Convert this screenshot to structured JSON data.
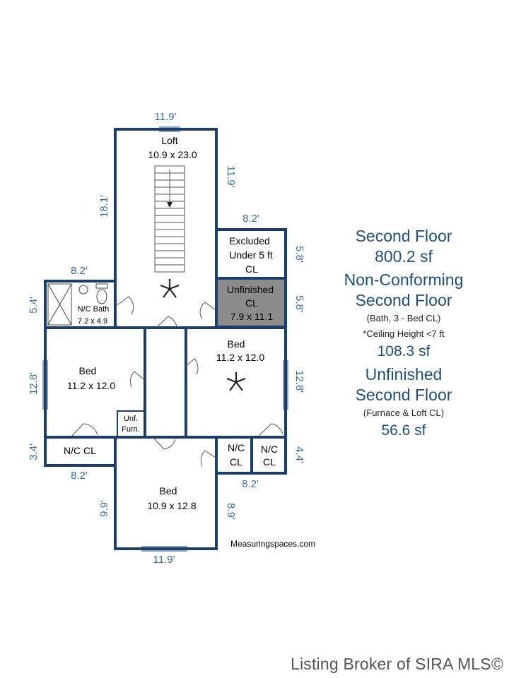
{
  "colors": {
    "wall": "#1b3e6e",
    "dimension": "#3d6d99",
    "summary": "#1f4e79",
    "unfinished_fill": "#8c8c8c"
  },
  "rooms": {
    "loft": {
      "name": "Loft",
      "size": "10.9 x 23.0"
    },
    "excluded": {
      "line1": "Excluded",
      "line2": "Under 5 ft",
      "line3": "CL"
    },
    "unfinished_cl": {
      "line1": "Unfinished",
      "line2": "CL",
      "line3": "7.9 x 11.1"
    },
    "bath": {
      "name": "N/C Bath",
      "size": "7.2 x 4.9"
    },
    "bed_left": {
      "name": "Bed",
      "size": "11.2 x 12.0"
    },
    "bed_right": {
      "name": "Bed",
      "size": "11.2 x 12.0"
    },
    "unf_furn": {
      "line1": "Unf.",
      "line2": "Furn."
    },
    "nc_cl_left": {
      "name": "N/C CL"
    },
    "nc_cl_mid": {
      "line1": "N/C",
      "line2": "CL"
    },
    "nc_cl_right": {
      "line1": "N/C",
      "line2": "CL"
    },
    "bed_bottom": {
      "name": "Bed",
      "size": "10.9 x 12.8"
    }
  },
  "dimensions": {
    "loft_top": "11.9'",
    "loft_left": "18.1'",
    "loft_right": "11.9'",
    "excluded_top": "8.2'",
    "excluded_right": "5.8'",
    "unfinished_right": "5.8'",
    "bath_top": "8.2'",
    "bath_left": "5.4'",
    "bed_left_side": "12.8'",
    "bed_right_side": "12.8'",
    "nc_left_side": "3.4'",
    "nc_left_bottom": "8.2'",
    "nc_right_side": "4.4'",
    "nc_right_bottom": "8.2'",
    "bottom_left": "9.9'",
    "bottom_right": "8.9'",
    "bottom_bottom": "11.9'"
  },
  "summary": {
    "second_floor_title": "Second Floor",
    "second_floor_area": "800.2 sf",
    "nonconf_title_1": "Non-Conforming",
    "nonconf_title_2": "Second Floor",
    "nonconf_note_1": "(Bath, 3 - Bed CL)",
    "nonconf_note_2": "*Ceiling Height <7 ft",
    "nonconf_area": "108.3 sf",
    "unfinished_title_1": "Unfinished",
    "unfinished_title_2": "Second Floor",
    "unfinished_note": "(Furnace & Loft CL)",
    "unfinished_area": "56.6 sf"
  },
  "website": "Measuringspaces.com",
  "watermark": "Listing Broker of SIRA MLS©"
}
